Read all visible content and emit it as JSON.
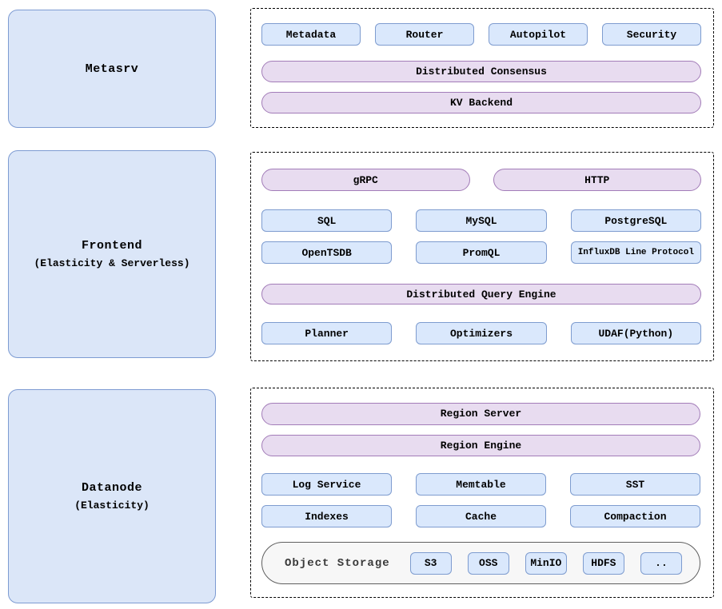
{
  "colors": {
    "node_fill": "#dae8fc",
    "node_border": "#7e9ccf",
    "pill_fill": "#e8dcf0",
    "pill_border": "#a27cb8",
    "section_fill": "#dbe6f8",
    "section_border": "#7d9bd2",
    "storage_fill": "#f7f7f7",
    "storage_border": "#5f5f5f",
    "group_border": "#000000",
    "text": "#000000"
  },
  "metasrv": {
    "label": "Metasrv",
    "components": [
      "Metadata",
      "Router",
      "Autopilot",
      "Security"
    ],
    "consensus_pill": "Distributed Consensus",
    "kv_pill": "KV Backend"
  },
  "frontend": {
    "label": "Frontend",
    "sublabel": "(Elasticity & Serverless)",
    "grpc_pill": "gRPC",
    "http_pill": "HTTP",
    "protocols_row1": [
      "SQL",
      "MySQL",
      "PostgreSQL"
    ],
    "protocols_row2": [
      "OpenTSDB",
      "PromQL",
      "InfluxDB Line Protocol"
    ],
    "engine_pill": "Distributed Query Engine",
    "engine_parts": [
      "Planner",
      "Optimizers",
      "UDAF(Python)"
    ]
  },
  "datanode": {
    "label": "Datanode",
    "sublabel": "(Elasticity)",
    "region_server_pill": "Region Server",
    "region_engine_pill": "Region Engine",
    "parts_row1": [
      "Log Service",
      "Memtable",
      "SST"
    ],
    "parts_row2": [
      "Indexes",
      "Cache",
      "Compaction"
    ],
    "object_storage": {
      "label": "Object Storage",
      "options": [
        "S3",
        "OSS",
        "MinIO",
        "HDFS",
        ".."
      ]
    }
  }
}
